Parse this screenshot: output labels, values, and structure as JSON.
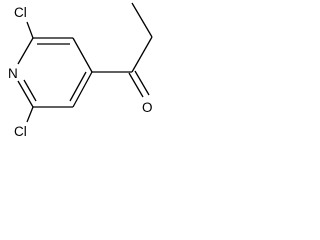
{
  "molecule": {
    "atoms": {
      "cl_top": "Cl",
      "n_ring": "N",
      "cl_bottom": "Cl",
      "o_carbonyl": "O"
    }
  }
}
